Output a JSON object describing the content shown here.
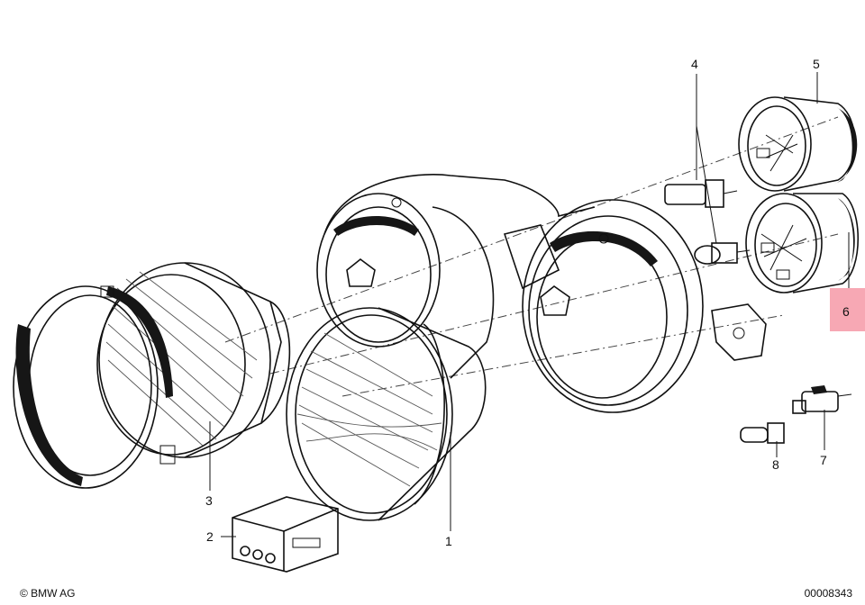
{
  "callouts": {
    "c1": "1",
    "c2": "2",
    "c3": "3",
    "c4": "4",
    "c5": "5",
    "c6": "6",
    "c7": "7",
    "c8": "8"
  },
  "highlight_color": "#f7a8b4",
  "copyright": "© BMW AG",
  "drawing_number": "00008343"
}
